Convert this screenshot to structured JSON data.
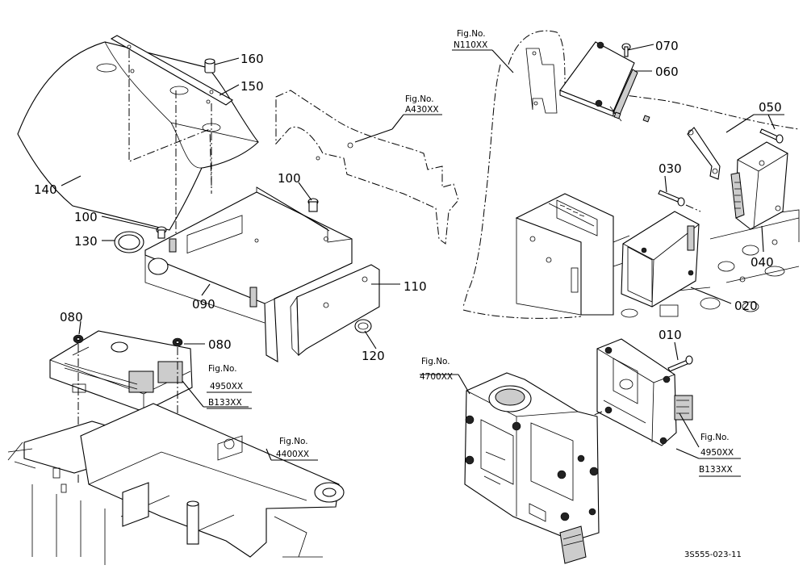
{
  "parts": {
    "p010": "010",
    "p020": "020",
    "p030": "030",
    "p040": "040",
    "p050": "050",
    "p060": "060",
    "p070": "070",
    "p080a": "080",
    "p080b": "080",
    "p090": "090",
    "p100a": "100",
    "p100b": "100",
    "p110": "110",
    "p120": "120",
    "p130": "130",
    "p140": "140",
    "p150": "150",
    "p160": "160"
  },
  "refs": {
    "a430": {
      "title": "Fig.No.",
      "code": "A430XX"
    },
    "n110": {
      "title": "Fig.No.",
      "code": "N110XX"
    },
    "r4950a": {
      "title": "Fig.No.",
      "code1": "4950XX",
      "code2": "B133XX"
    },
    "r4400": {
      "title": "Fig.No.",
      "code": "4400XX"
    },
    "r4700": {
      "title": "Fig.No.",
      "code": "4700XX"
    },
    "r4950b": {
      "title": "Fig.No.",
      "code1": "4950XX",
      "code2": "B133XX"
    }
  },
  "doc_code": "3S555-023-11"
}
